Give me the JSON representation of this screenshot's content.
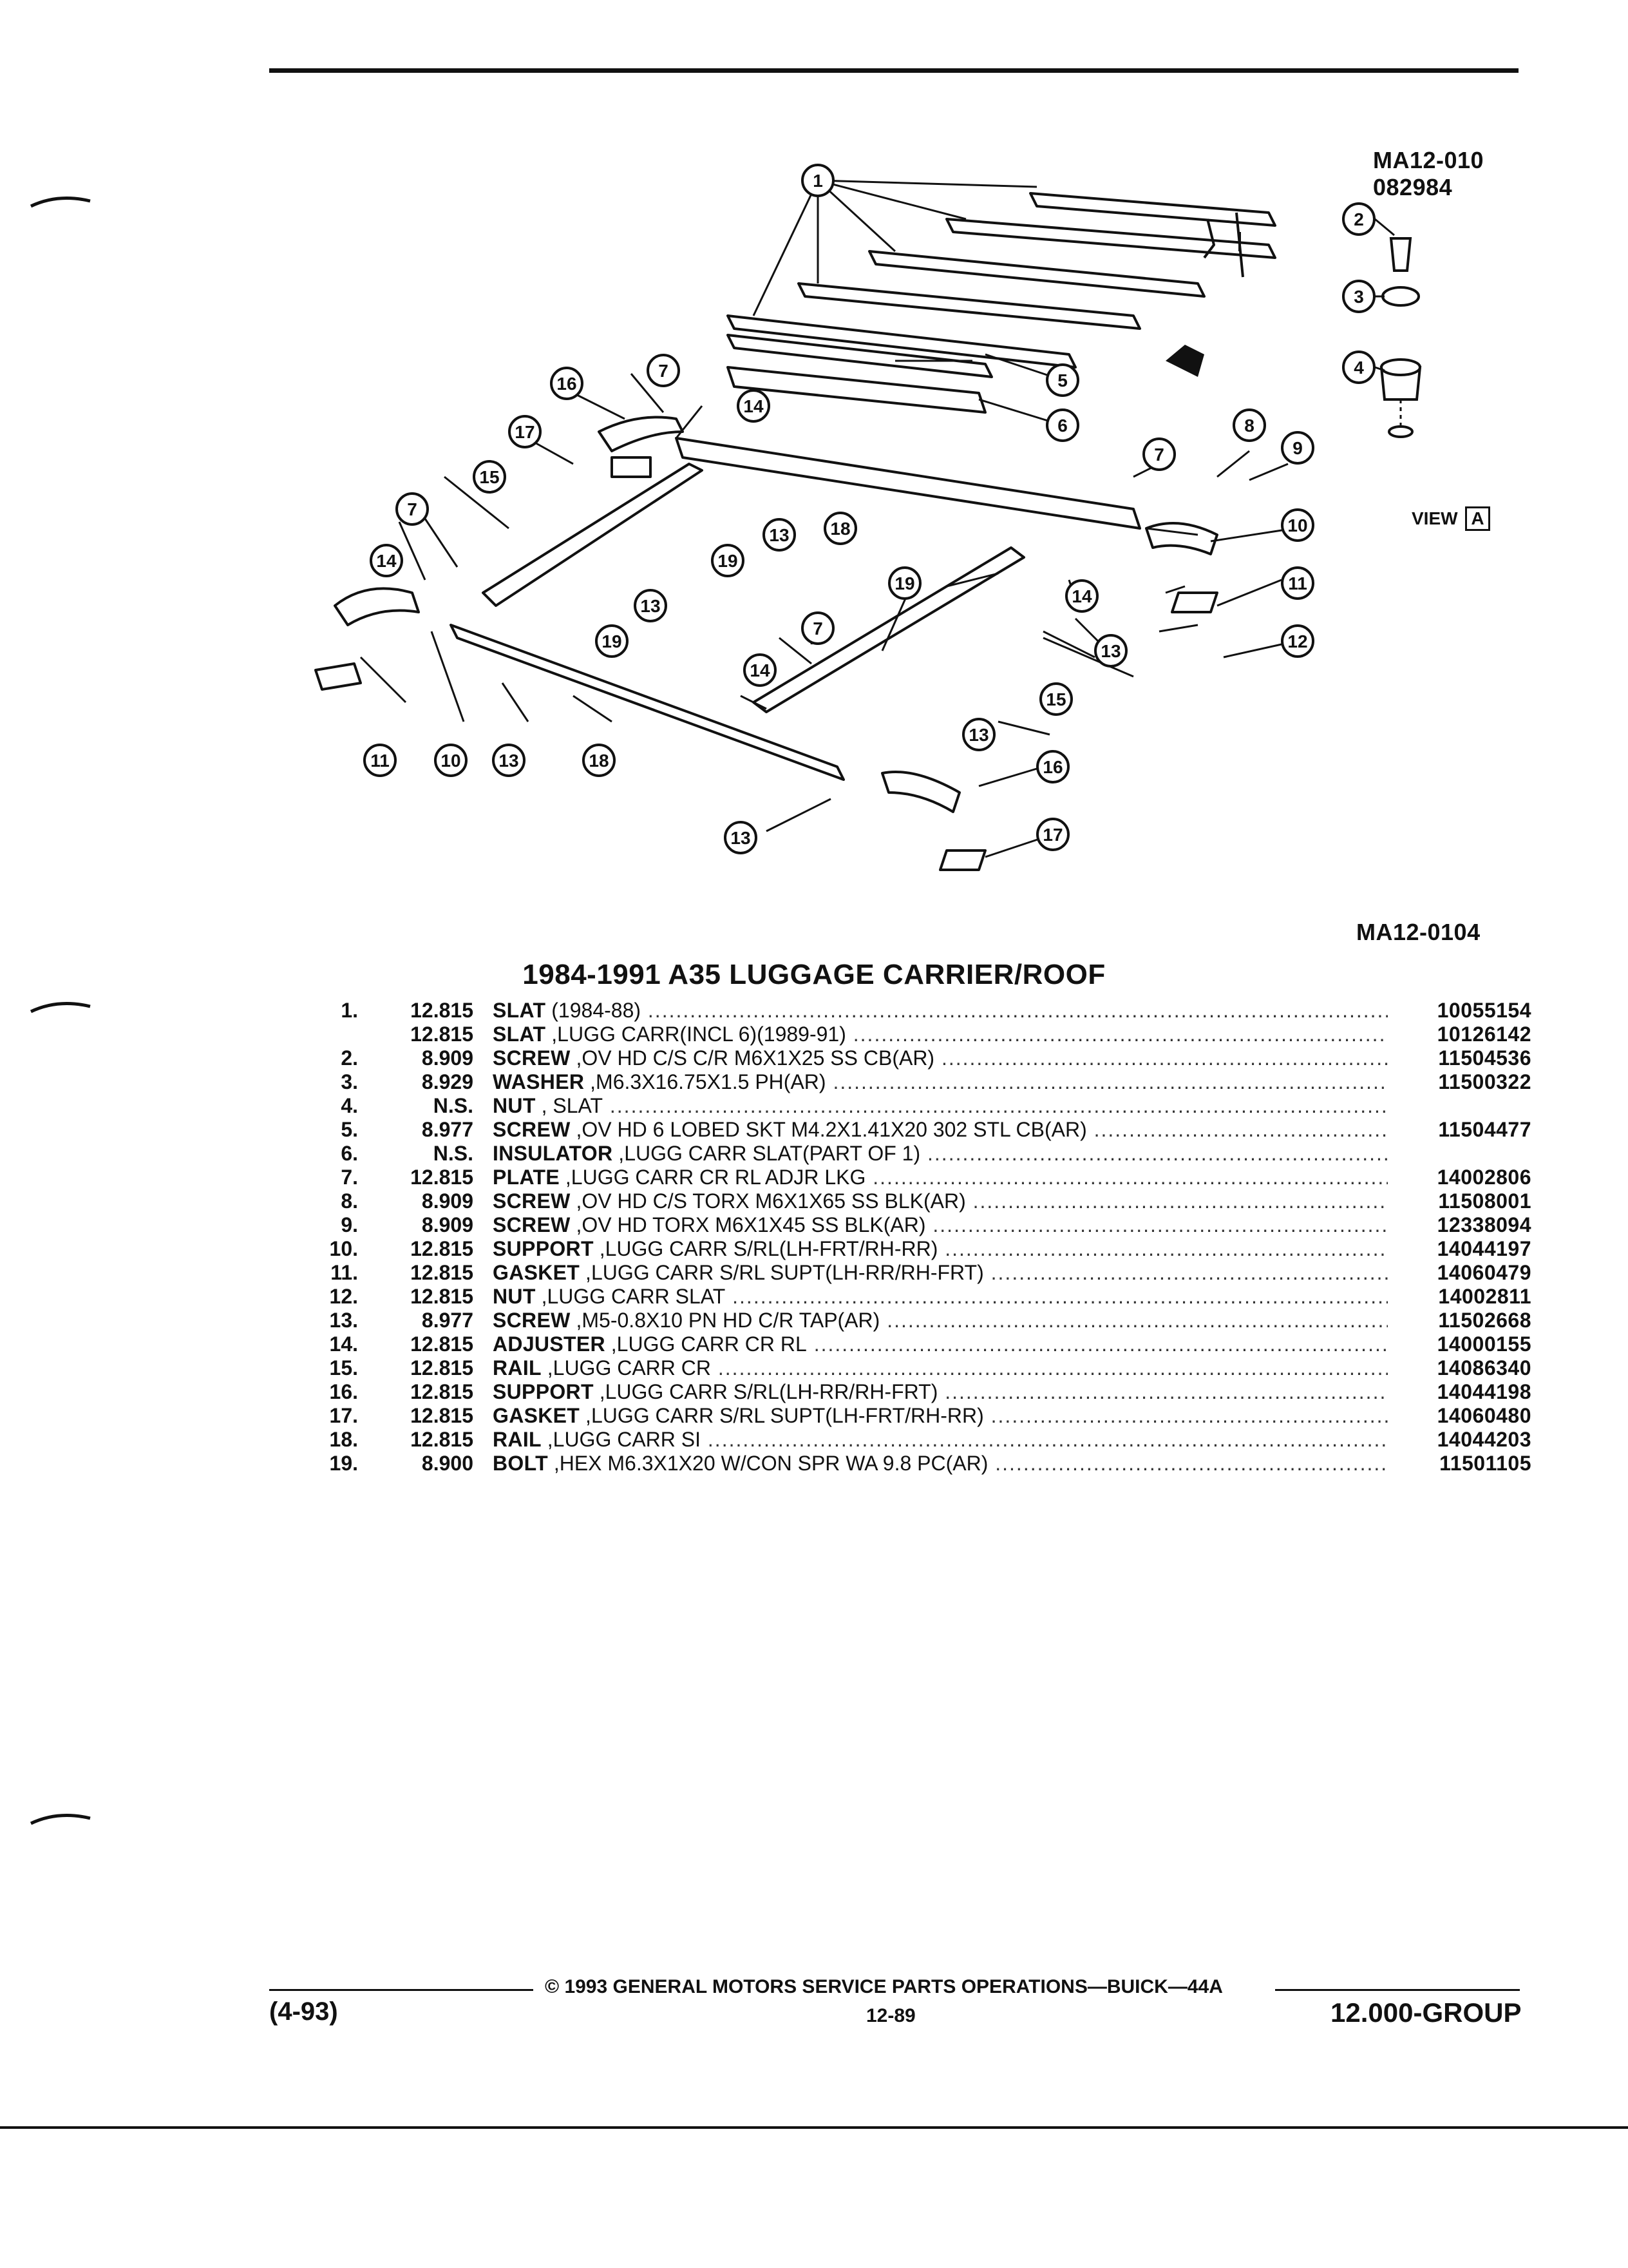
{
  "header": {
    "view_code": "MA12-010",
    "view_date": "082984",
    "view_label": "VIEW",
    "view_letter": "A",
    "figure_code": "MA12-0104"
  },
  "title": "1984-1991 A35 LUGGAGE CARRIER/ROOF",
  "parts": [
    {
      "num": "1.",
      "group": "12.815",
      "name": "SLAT",
      "rest": " (1984-88)",
      "pn": "10055154"
    },
    {
      "num": "",
      "group": "12.815",
      "name": "SLAT",
      "rest": " ,LUGG CARR(INCL 6)(1989-91)",
      "pn": "10126142"
    },
    {
      "num": "2.",
      "group": "8.909",
      "name": "SCREW",
      "rest": " ,OV HD C/S C/R M6X1X25 SS CB(AR)",
      "pn": "11504536"
    },
    {
      "num": "3.",
      "group": "8.929",
      "name": "WASHER",
      "rest": " ,M6.3X16.75X1.5 PH(AR)",
      "pn": "11500322"
    },
    {
      "num": "4.",
      "group": "N.S.",
      "name": "NUT",
      "rest": " , SLAT",
      "pn": ""
    },
    {
      "num": "5.",
      "group": "8.977",
      "name": "SCREW",
      "rest": " ,OV HD 6 LOBED SKT M4.2X1.41X20 302 STL CB(AR)",
      "pn": "11504477"
    },
    {
      "num": "6.",
      "group": "N.S.",
      "name": "INSULATOR",
      "rest": " ,LUGG CARR SLAT(PART OF 1)",
      "pn": ""
    },
    {
      "num": "7.",
      "group": "12.815",
      "name": "PLATE",
      "rest": " ,LUGG CARR CR RL ADJR LKG",
      "pn": "14002806"
    },
    {
      "num": "8.",
      "group": "8.909",
      "name": "SCREW",
      "rest": " ,OV HD C/S TORX M6X1X65 SS BLK(AR)",
      "pn": "11508001"
    },
    {
      "num": "9.",
      "group": "8.909",
      "name": "SCREW",
      "rest": " ,OV HD TORX M6X1X45 SS BLK(AR)",
      "pn": "12338094"
    },
    {
      "num": "10.",
      "group": "12.815",
      "name": "SUPPORT",
      "rest": " ,LUGG CARR S/RL(LH-FRT/RH-RR)",
      "pn": "14044197"
    },
    {
      "num": "11.",
      "group": "12.815",
      "name": "GASKET",
      "rest": " ,LUGG CARR S/RL SUPT(LH-RR/RH-FRT)",
      "pn": "14060479"
    },
    {
      "num": "12.",
      "group": "12.815",
      "name": "NUT",
      "rest": " ,LUGG CARR SLAT",
      "pn": "14002811"
    },
    {
      "num": "13.",
      "group": "8.977",
      "name": "SCREW",
      "rest": " ,M5-0.8X10 PN HD C/R TAP(AR)",
      "pn": "11502668"
    },
    {
      "num": "14.",
      "group": "12.815",
      "name": "ADJUSTER",
      "rest": " ,LUGG CARR CR RL",
      "pn": "14000155"
    },
    {
      "num": "15.",
      "group": "12.815",
      "name": "RAIL",
      "rest": " ,LUGG CARR CR",
      "pn": "14086340"
    },
    {
      "num": "16.",
      "group": "12.815",
      "name": "SUPPORT",
      "rest": " ,LUGG CARR S/RL(LH-RR/RH-FRT)",
      "pn": "14044198"
    },
    {
      "num": "17.",
      "group": "12.815",
      "name": "GASKET",
      "rest": " ,LUGG CARR S/RL SUPT(LH-FRT/RH-RR)",
      "pn": "14060480"
    },
    {
      "num": "18.",
      "group": "12.815",
      "name": "RAIL",
      "rest": " ,LUGG CARR SI",
      "pn": "14044203"
    },
    {
      "num": "19.",
      "group": "8.900",
      "name": "BOLT",
      "rest": " ,HEX M6.3X1X20 W/CON SPR WA 9.8 PC(AR)",
      "pn": "11501105"
    }
  ],
  "footer": {
    "copyright": "© 1993 GENERAL MOTORS SERVICE PARTS OPERATIONS—BUICK—44A",
    "date": "(4-93)",
    "page": "12-89",
    "group": "12.000-GROUP"
  }
}
